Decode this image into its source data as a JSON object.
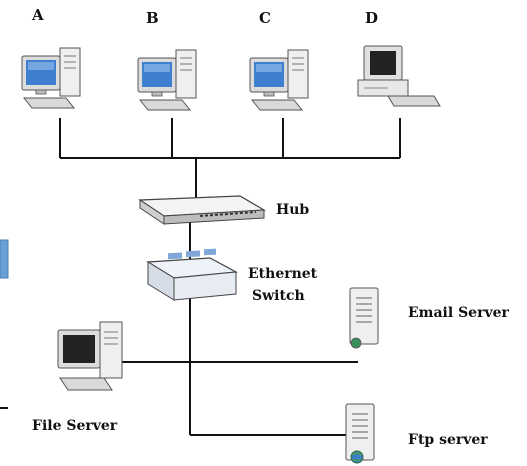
{
  "computers": [
    {
      "label": "A"
    },
    {
      "label": "B"
    },
    {
      "label": "C"
    },
    {
      "label": "D"
    }
  ],
  "devices": {
    "hub": "Hub",
    "switch_line1": "Ethernet",
    "switch_line2": "Switch"
  },
  "servers": {
    "email": "Email Server",
    "file": "File Server",
    "ftp": "Ftp server"
  },
  "colors": {
    "line": "#111111",
    "screen_blue": "#3f7fd0",
    "case_gray": "#e6e6e6",
    "switch_blue": "#7fa8d8"
  }
}
